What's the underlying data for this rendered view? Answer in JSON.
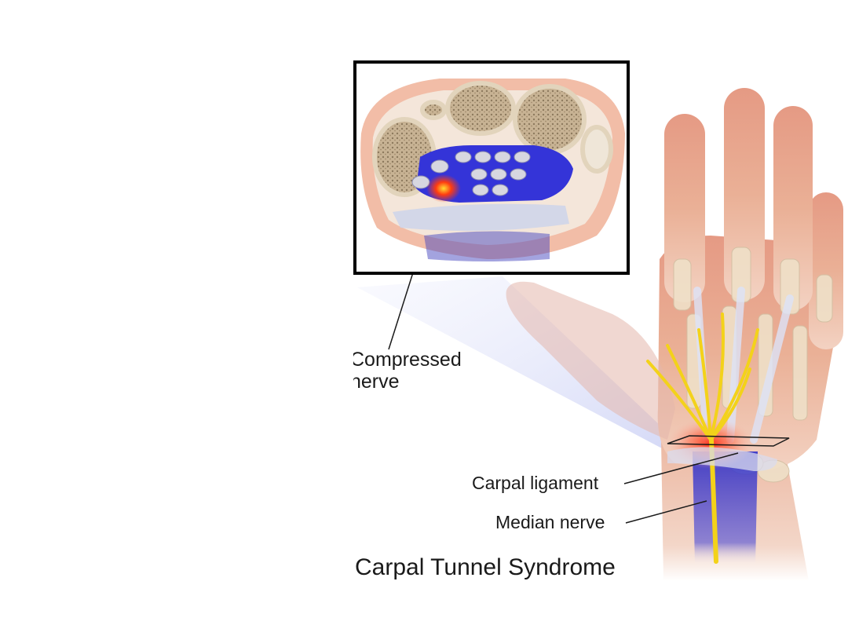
{
  "diagram": {
    "title": "Carpal Tunnel Syndrome",
    "labels": {
      "compressed_nerve_line1": "Compressed",
      "compressed_nerve_line2": "nerve",
      "carpal_ligament": "Carpal ligament",
      "median_nerve": "Median nerve"
    },
    "colors": {
      "background": "#ffffff",
      "skin": "#e9a98f",
      "bone": "#efe0c8",
      "nerve": "#f3d21a",
      "compression": "#ff3b1f",
      "tunnel": "#2f2fc8",
      "inset_border": "#000000"
    }
  }
}
